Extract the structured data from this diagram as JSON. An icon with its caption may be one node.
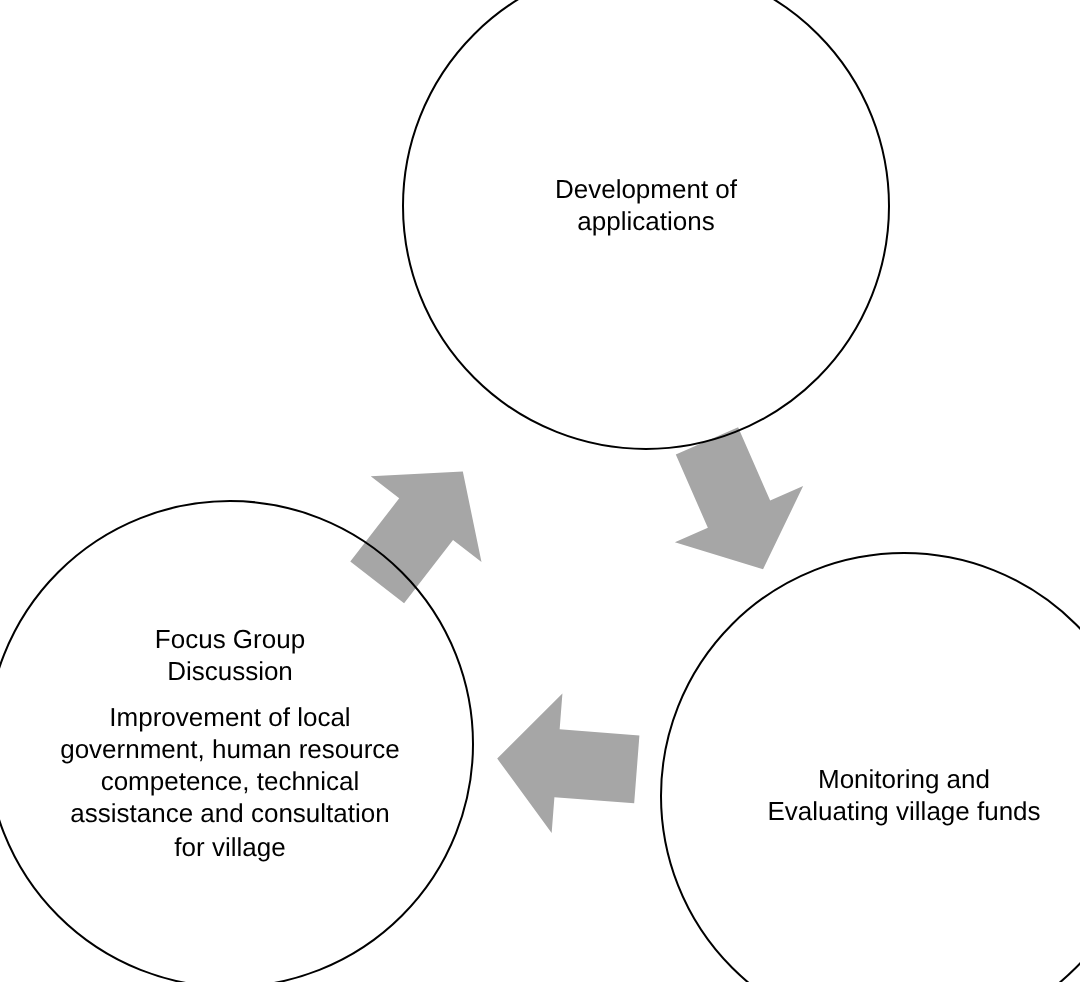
{
  "diagram": {
    "nodes": [
      {
        "text": [
          "Development of applications"
        ]
      },
      {
        "text": [
          "Monitoring and Evaluating village funds"
        ]
      },
      {
        "text": [
          "Focus Group Discussion",
          "Improvement of local government, human resource competence, technical assistance and consultation for village"
        ]
      }
    ],
    "edges": [
      {
        "from": 0,
        "to": 1,
        "arrow": "to"
      },
      {
        "from": 1,
        "to": 2,
        "arrow": "to"
      },
      {
        "from": 2,
        "to": 0,
        "arrow": "to"
      }
    ]
  }
}
